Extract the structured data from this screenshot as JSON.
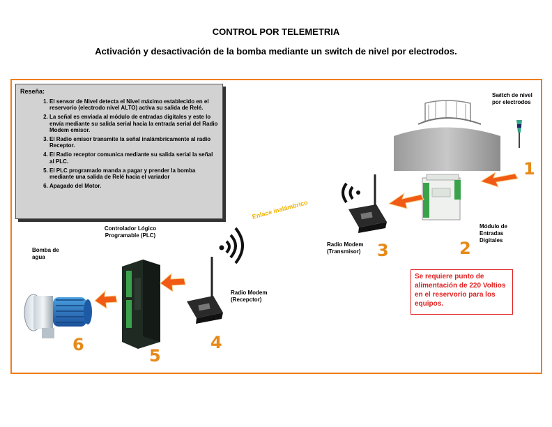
{
  "title": "CONTROL POR TELEMETRIA",
  "subtitle": "Activación y desactivación de la bomba  mediante un switch de nivel por electrodos.",
  "resena": {
    "heading": "Reseña:",
    "items": [
      "El sensor de Nivel detecta el Nivel máximo establecido en el reservorio (electrodo nivel ALTO) activa su salida de Relé.",
      "La señal es enviada al módulo de entradas digitales  y este lo envía mediante su  salida serial hacia la entrada serial del Radio Modem emisor.",
      "El Radio emisor transmite la señal inalámbricamente al radio Receptor.",
      "El Radio receptor comunica mediante su salida serial la señal al PLC.",
      "El PLC programado manda a pagar y prender la bomba  mediante una salida de Relé hacia el variador",
      "Apagado del Motor."
    ]
  },
  "labels": {
    "switch": "Switch de nivel por electrodos",
    "modulo": "Módulo de Entradas Digitales",
    "radio_tx": "Radio Modem (Transmisor)",
    "radio_rx": "Radio Modem (Recepctor)",
    "plc": "Controlador Lógico Programable (PLC)",
    "bomba": "Bomba de agua",
    "enlace": "Enlace inalámbrico"
  },
  "numbers": [
    "1",
    "2",
    "3",
    "4",
    "5",
    "6"
  ],
  "warning": "Se requiere punto de alimentación de 220 Voltios en el reservorio para los equipos.",
  "colors": {
    "frame": "#f07d1a",
    "arrow": "#f05a14",
    "step_number": "#e68a19",
    "warning": "#e02020",
    "wireless_text": "#f0b400"
  }
}
